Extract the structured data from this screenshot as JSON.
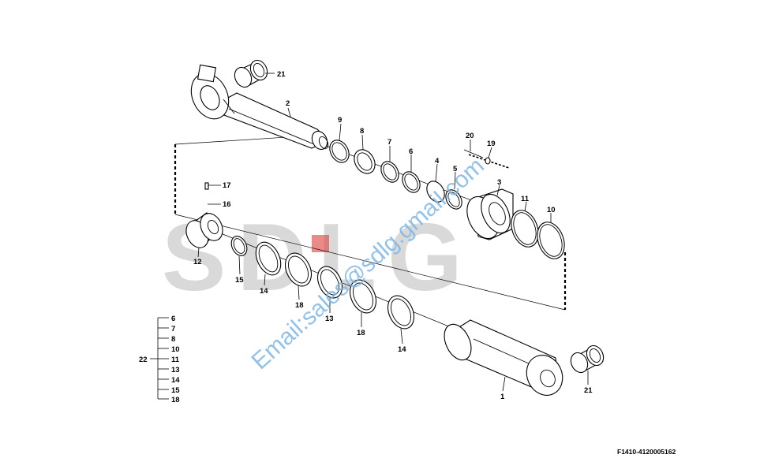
{
  "diagram": {
    "logo_text": "SDLG",
    "logo_accent": "#e03a3a",
    "watermark": "Email:sales@sdlg.gmail.com",
    "watermark_color": "#7fb6e6",
    "figure_code": "F1410-4120005162",
    "callouts": {
      "p21_top": "21",
      "p2": "2",
      "p9": "9",
      "p8": "8",
      "p7": "7",
      "p6": "6",
      "p4": "4",
      "p5": "5",
      "p20": "20",
      "p19": "19",
      "p3": "3",
      "p11": "11",
      "p10": "10",
      "p17": "17",
      "p16": "16",
      "p12": "12",
      "p15": "15",
      "p14_a": "14",
      "p18_a": "18",
      "p13": "13",
      "p18_b": "18",
      "p14_b": "14",
      "p1": "1",
      "p21_bottom": "21"
    },
    "kit": {
      "label": "22",
      "items": [
        "6",
        "7",
        "8",
        "10",
        "11",
        "13",
        "14",
        "15",
        "18"
      ]
    }
  }
}
